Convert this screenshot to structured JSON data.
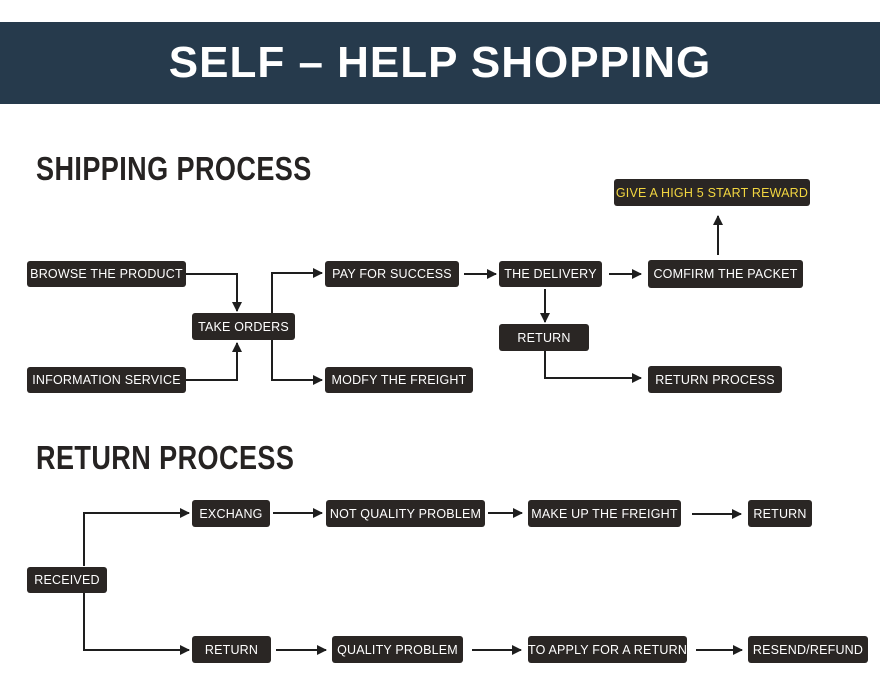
{
  "header": {
    "title": "SELF – HELP SHOPPING"
  },
  "shipping": {
    "title": "SHIPPING PROCESS",
    "browse": "BROWSE THE PRODUCT",
    "information": "INFORMATION SERVICE",
    "take_orders": "TAKE  ORDERS",
    "pay": "PAY FOR SUCCESS",
    "modify_freight": "MODFY THE FREIGHT",
    "delivery": "THE DELIVERY",
    "return": "RETURN",
    "confirm": "COMFIRM THE PACKET",
    "reward": "GIVE A HIGH 5 START REWARD",
    "return_process": "RETURN PROCESS"
  },
  "returns": {
    "title": "RETURN PROCESS",
    "received": "RECEIVED",
    "exchange": "EXCHANG",
    "not_quality": "NOT QUALITY PROBLEM",
    "make_up_freight": "MAKE UP THE FREIGHT",
    "return_top": "RETURN",
    "return_bottom": "RETURN",
    "quality": "QUALITY PROBLEM",
    "apply_return": "TO APPLY FOR A RETURN",
    "resend_refund": "RESEND/REFUND"
  },
  "colors": {
    "banner": "#263a4c",
    "box": "#2a2624",
    "reward_text": "#f2d640"
  }
}
